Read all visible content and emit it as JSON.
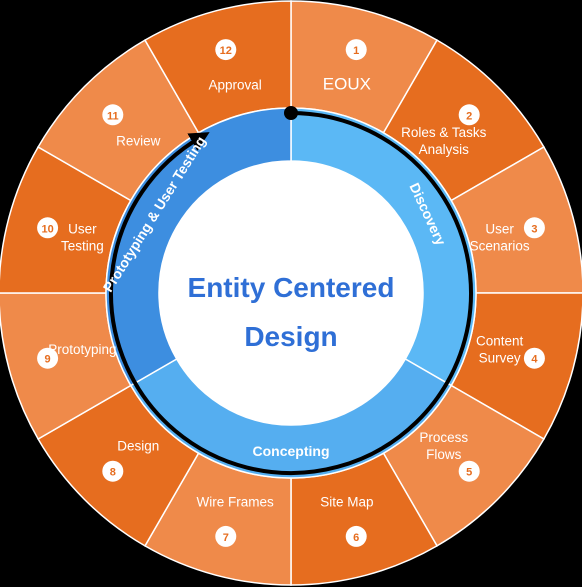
{
  "center": {
    "line1": "Entity Centered",
    "line2": "Design"
  },
  "phases": [
    {
      "label": "Discovery"
    },
    {
      "label": "Concepting"
    },
    {
      "label": "Prototyping & User Testing"
    }
  ],
  "steps": [
    {
      "number": "1",
      "lines": [
        "EOUX"
      ]
    },
    {
      "number": "2",
      "lines": [
        "Roles & Tasks",
        "Analysis"
      ]
    },
    {
      "number": "3",
      "lines": [
        "User",
        "Scenarios"
      ]
    },
    {
      "number": "4",
      "lines": [
        "Content",
        "Survey"
      ]
    },
    {
      "number": "5",
      "lines": [
        "Process",
        "Flows"
      ]
    },
    {
      "number": "6",
      "lines": [
        "Site Map"
      ]
    },
    {
      "number": "7",
      "lines": [
        "Wire Frames"
      ]
    },
    {
      "number": "8",
      "lines": [
        "Design"
      ]
    },
    {
      "number": "9",
      "lines": [
        "Prototyping"
      ]
    },
    {
      "number": "10",
      "lines": [
        "User",
        "Testing"
      ]
    },
    {
      "number": "11",
      "lines": [
        "Review"
      ]
    },
    {
      "number": "12",
      "lines": [
        "Approval"
      ]
    }
  ],
  "colors": {
    "segment_light": "#ef8a4a",
    "segment_dark": "#e66d1f",
    "segment_border": "#ffffff",
    "phase_discovery": "#5bb8f5",
    "phase_concepting": "#55aef0",
    "phase_prototyping": "#3d8ee0",
    "center_text": "#2f6fd6",
    "arrow": "#000000"
  }
}
